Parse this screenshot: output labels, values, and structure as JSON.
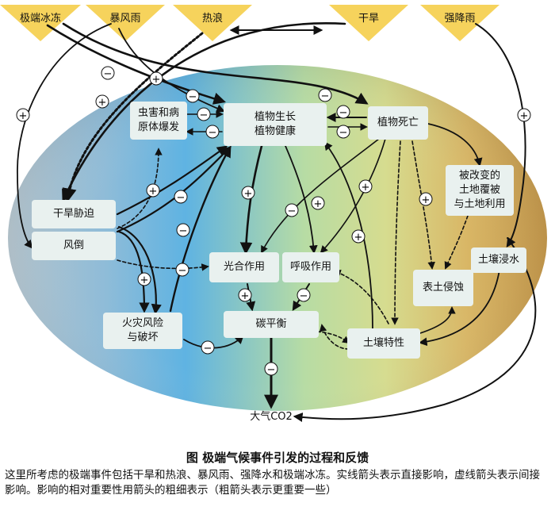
{
  "events": {
    "extreme_freeze": "极端冰冻",
    "rainstorm": "暴风雨",
    "heatwave": "热浪",
    "drought": "干旱",
    "heavy_rain": "强降雨"
  },
  "nodes": {
    "pests": [
      "虫害和病",
      "原体爆发"
    ],
    "plant_growth": [
      "植物生长",
      "植物健康"
    ],
    "plant_death": "植物死亡",
    "land_cover": [
      "被改变的",
      "土地覆被",
      "与土地利用"
    ],
    "drought_stress": "干旱胁迫",
    "windthrow": "风倒",
    "photosynthesis": "光合作用",
    "respiration": "呼吸作用",
    "soil_leaching": "土壤浸水",
    "topsoil_erosion": "表土侵蚀",
    "fire_risk": [
      "火灾风险",
      "与破坏"
    ],
    "carbon_balance": "碳平衡",
    "soil_properties": "土壤特性",
    "atmosphere_co2": "大气CO2"
  },
  "signs": {
    "plus": "+",
    "minus": "−"
  },
  "caption": {
    "title": "图 极端气候事件引发的过程和反馈",
    "body": "这里所考虑的极端事件包括干旱和热浪、暴风雨、强降水和极端冰冻。实线箭头表示直接影响，虚线箭头表示间接影响。影响的相对重要性用箭头的粗细表示（粗箭头表示更重要一些）"
  },
  "colors": {
    "triangle": "#f6d35c",
    "node_fill": "#e9f1ef",
    "ellipse_left": "#8fb0c9",
    "ellipse_blue": "#62b1de",
    "ellipse_green": "#c3dc8f",
    "ellipse_right": "#c49a4e",
    "arrow": "#111111"
  }
}
